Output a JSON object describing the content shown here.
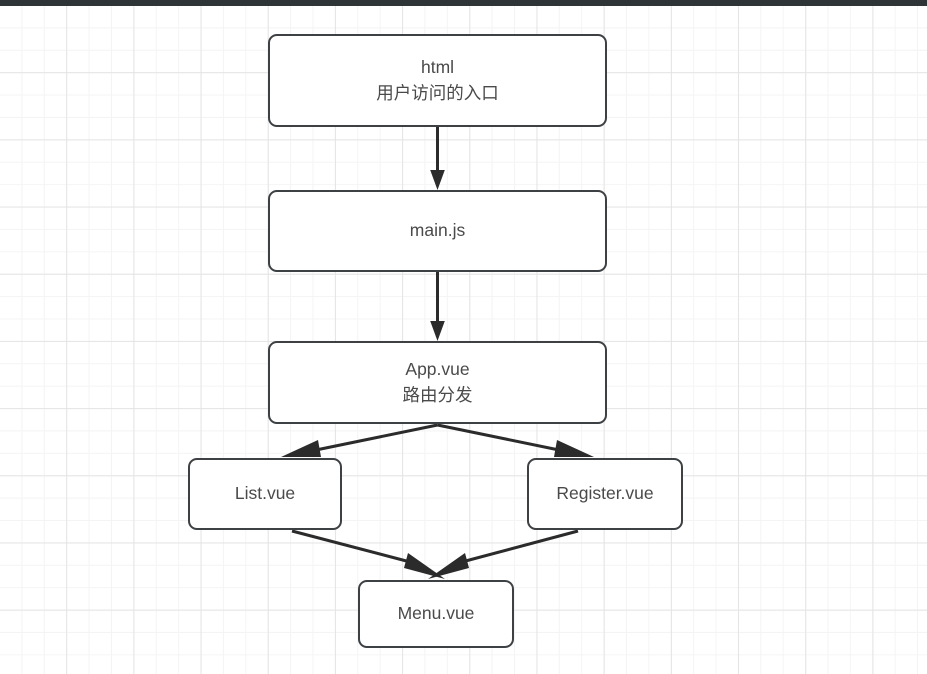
{
  "window": {
    "titlebar_color": "#2f3437",
    "canvas_background": "#ffffff",
    "grid_minor_color": "#f4f4f4",
    "grid_major_color": "#e4e4e4"
  },
  "diagram": {
    "type": "flowchart",
    "node_border_color": "#3d4144",
    "node_fill_color": "#ffffff",
    "edge_color": "#2b2b2b",
    "text_color": "#4a4a4a",
    "nodes": [
      {
        "id": "html",
        "title": "html",
        "subtitle": "用户访问的入口"
      },
      {
        "id": "mainjs",
        "title": "main.js",
        "subtitle": ""
      },
      {
        "id": "appvue",
        "title": "App.vue",
        "subtitle": "路由分发"
      },
      {
        "id": "list",
        "title": "List.vue",
        "subtitle": ""
      },
      {
        "id": "register",
        "title": "Register.vue",
        "subtitle": ""
      },
      {
        "id": "menu",
        "title": "Menu.vue",
        "subtitle": ""
      }
    ],
    "edges": [
      {
        "from": "html",
        "to": "mainjs",
        "label": ""
      },
      {
        "from": "mainjs",
        "to": "appvue",
        "label": ""
      },
      {
        "from": "appvue",
        "to": "list",
        "label": ""
      },
      {
        "from": "appvue",
        "to": "register",
        "label": ""
      },
      {
        "from": "list",
        "to": "menu",
        "label": ""
      },
      {
        "from": "register",
        "to": "menu",
        "label": ""
      }
    ]
  }
}
